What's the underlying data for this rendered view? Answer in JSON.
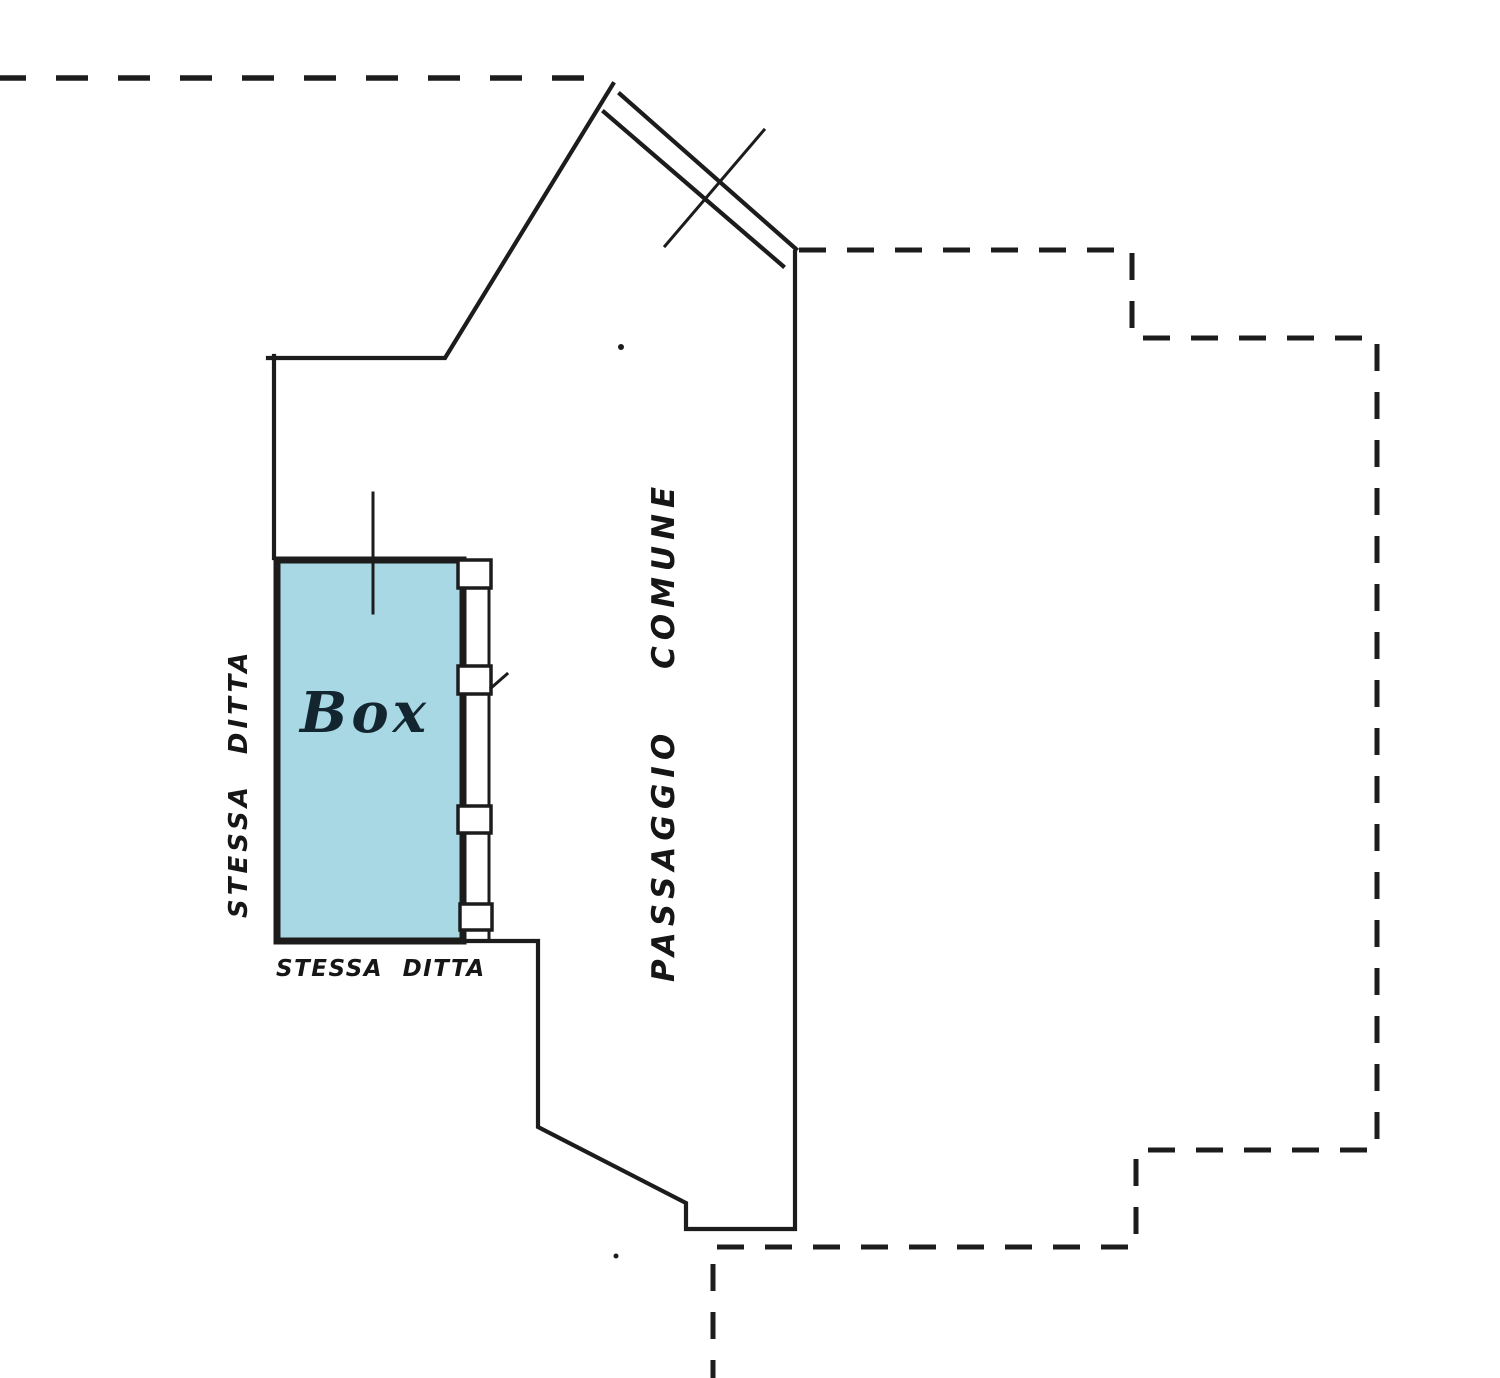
{
  "labels": {
    "box": "Box",
    "stessa_ditta_left": "STESSA DITTA",
    "stessa_ditta_bottom": "STESSA DITTA",
    "passaggio_comune": "PASSAGGIO COMUNE"
  },
  "colors": {
    "bg": "#ffffff",
    "line": "#1c1c1c",
    "box_fill": "#a9d8e5",
    "ink": "#132630"
  }
}
